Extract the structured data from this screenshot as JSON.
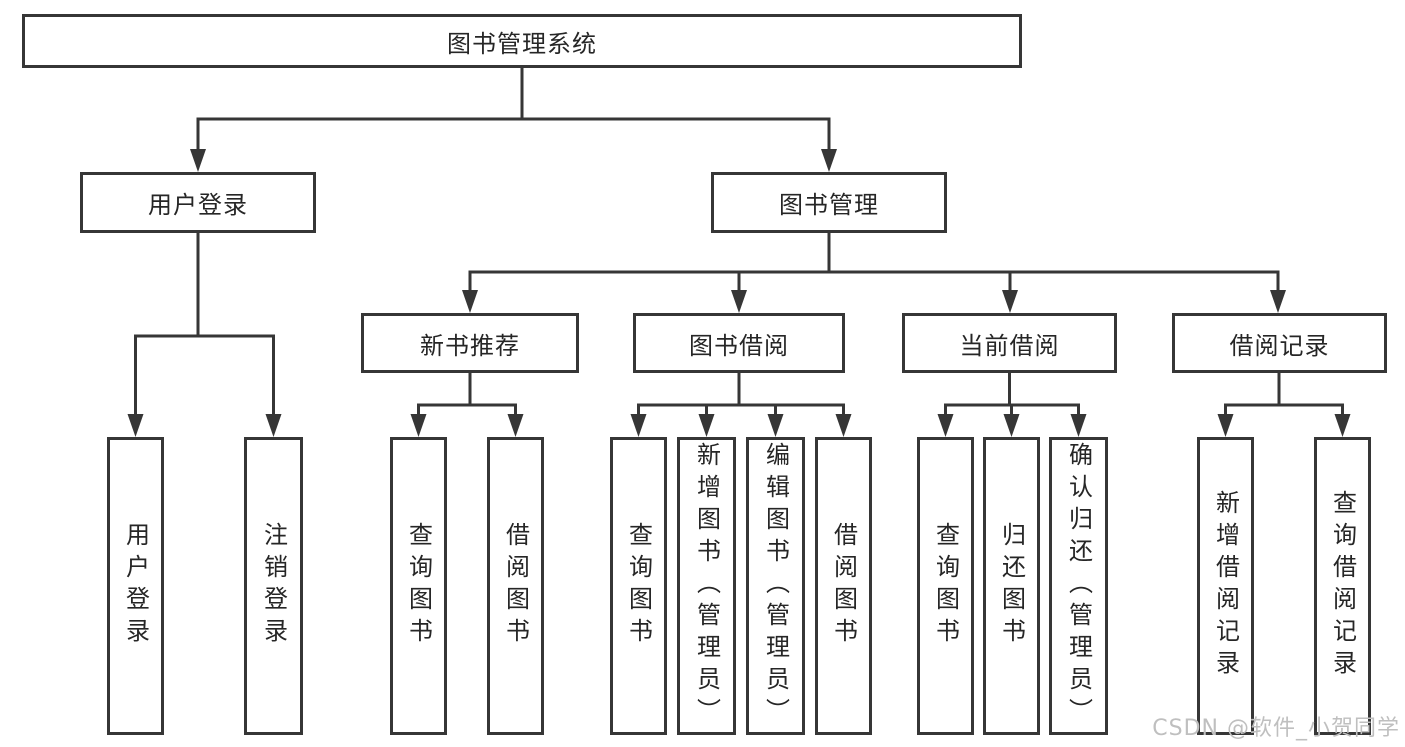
{
  "tree": {
    "root": "图书管理系统",
    "children": [
      {
        "label": "用户登录",
        "children": [
          "用户登录",
          "注销登录"
        ]
      },
      {
        "label": "图书管理",
        "children": [
          {
            "label": "新书推荐",
            "children": [
              "查询图书",
              "借阅图书"
            ]
          },
          {
            "label": "图书借阅",
            "children": [
              "查询图书",
              "新增图书（管理员）",
              "编辑图书（管理员）",
              "借阅图书"
            ]
          },
          {
            "label": "当前借阅",
            "children": [
              "查询图书",
              "归还图书",
              "确认归还（管理员）"
            ]
          },
          {
            "label": "借阅记录",
            "children": [
              "新增借阅记录",
              "查询借阅记录"
            ]
          }
        ]
      }
    ]
  },
  "watermark": "CSDN @软件_小贺同学",
  "colors": {
    "line": "#363636",
    "text": "#262626",
    "background": "#ffffff",
    "watermark": "#bfbfbf"
  }
}
